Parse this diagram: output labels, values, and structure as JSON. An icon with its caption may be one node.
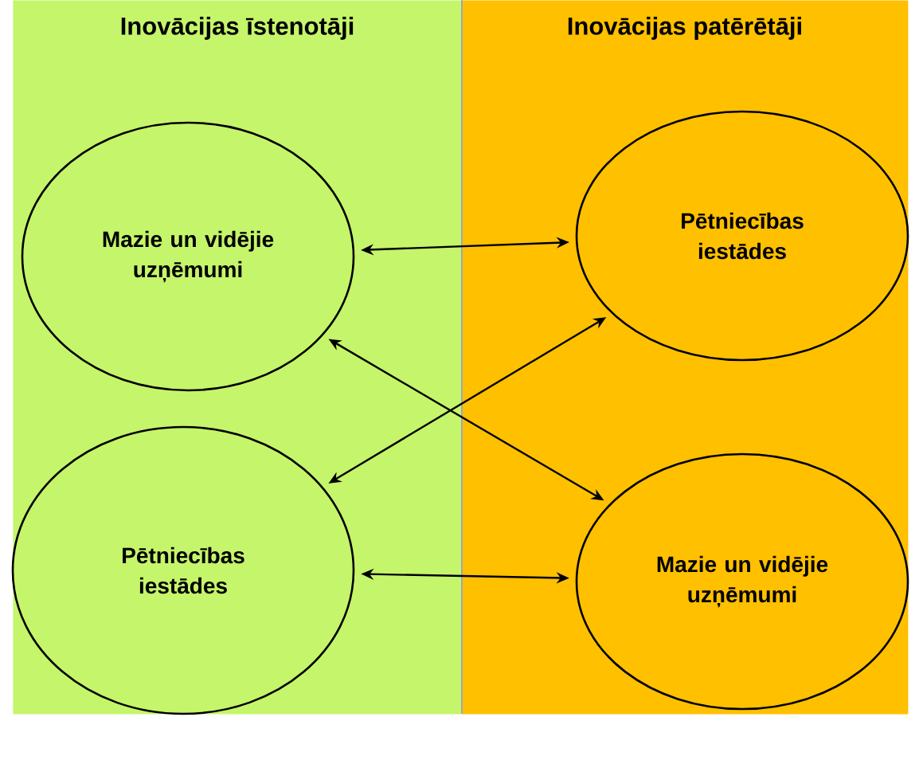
{
  "diagram": {
    "nodes": [
      {
        "text": [
          "Inovācijas īstenotāji"
        ]
      },
      {
        "text": [
          "Mazie un vidējie uzņēmumi"
        ],
        "in": 0
      },
      {
        "text": [
          "Pētniecības iestādes"
        ],
        "in": 0
      },
      {
        "text": [
          "Inovācijas patērētāji"
        ]
      },
      {
        "text": [
          "Pētniecības iestādes"
        ],
        "in": 3
      },
      {
        "text": [
          "Mazie un vidējie uzņēmumi"
        ],
        "in": 3
      }
    ],
    "edges": [
      {
        "from": 1,
        "to": 4,
        "arrow": "both"
      },
      {
        "from": 1,
        "to": 5,
        "arrow": "both"
      },
      {
        "from": 2,
        "to": 4,
        "arrow": "both"
      },
      {
        "from": 2,
        "to": 5,
        "arrow": "both"
      }
    ]
  }
}
